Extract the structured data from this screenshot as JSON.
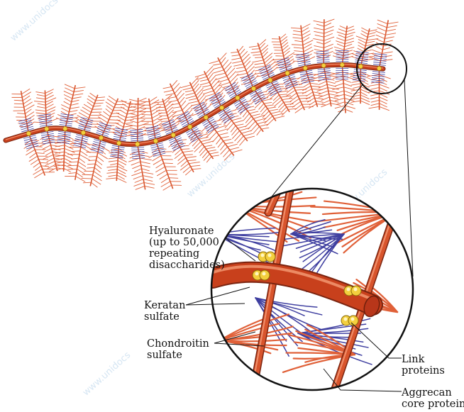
{
  "labels": {
    "hyaluronate": "Hyaluronate\n(up to 50,000\nrepeating\ndisaccharides)",
    "keratan": "Keratan\nsulfate",
    "chondroitin": "Chondroitin\nsulfate",
    "link": "Link\nproteins",
    "aggrecan": "Aggrecan\ncore protein"
  },
  "watermark": "www.unidocs",
  "colors": {
    "hyaluronate": "#c8401c",
    "core_protein": "#d8542c",
    "chondroitin": "#e06038",
    "keratan": "#3f3fa0",
    "link_protein": "#f3cf3e",
    "outline": "#111111"
  }
}
